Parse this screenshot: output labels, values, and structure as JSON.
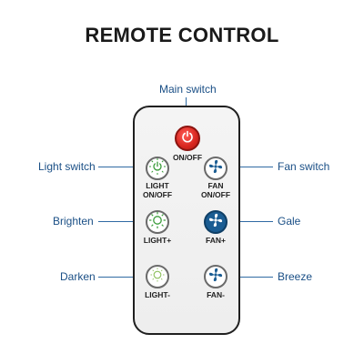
{
  "title": "REMOTE CONTROL",
  "callouts": {
    "main_switch": "Main switch",
    "light_switch": "Light switch",
    "fan_switch": "Fan switch",
    "brighten": "Brighten",
    "gale": "Gale",
    "darken": "Darken",
    "breeze": "Breeze"
  },
  "buttons": {
    "power": "ON/OFF",
    "light_on_off_1": "LIGHT",
    "light_on_off_2": "ON/OFF",
    "fan_on_off_1": "FAN",
    "fan_on_off_2": "ON/OFF",
    "light_plus": "LIGHT+",
    "fan_plus": "FAN+",
    "light_minus": "LIGHT-",
    "fan_minus": "FAN-"
  },
  "colors": {
    "accent_blue": "#1b5d93",
    "callout_text": "#1a4f86",
    "power_red": "#d7261f"
  }
}
